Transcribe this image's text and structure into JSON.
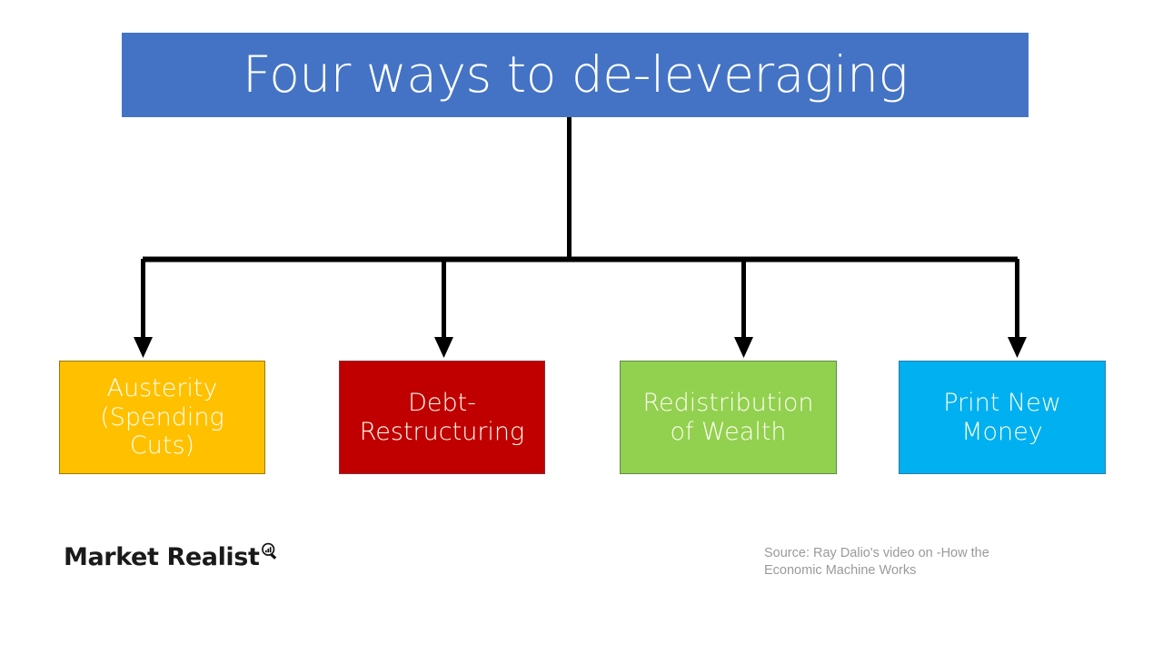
{
  "slide": {
    "title": "Four ways to de-leveraging",
    "background_color": "#FFFFFF"
  },
  "banner": {
    "label": "Four ways to de-leveraging",
    "fill_color": "#4473C5",
    "text_color": "#FFFFFF"
  },
  "diagram": {
    "type": "tree",
    "root_label": "Four ways to de-leveraging",
    "connector_color": "#000000",
    "nodes": [
      {
        "id": "austerity",
        "label": "Austerity (Spending Cuts)",
        "line1": "Austerity",
        "line2": "(Spending",
        "line3": "Cuts)",
        "fill_color": "#FFC000",
        "text_color": "#FFFFF0"
      },
      {
        "id": "debt-restructuring",
        "label": "Debt-Restructuring",
        "line1": "Debt-",
        "line2": "Restructuring",
        "line3": "",
        "fill_color": "#C00000",
        "text_color": "#FFFFF0"
      },
      {
        "id": "redistribution-of-wealth",
        "label": "Redistribution of Wealth",
        "line1": "Redistribution",
        "line2": "of Wealth",
        "line3": "",
        "fill_color": "#92D050",
        "text_color": "#FFFFF0"
      },
      {
        "id": "print-new-money",
        "label": "Print New Money",
        "line1": "Print New",
        "line2": "Money",
        "line3": "",
        "fill_color": "#00B0F0",
        "text_color": "#FFFFF0"
      }
    ]
  },
  "footer": {
    "brand_name": "Market Realist",
    "brand_icon": "magnifier-chart-icon",
    "source_line1": "Source: Ray Dalio's video on -How the",
    "source_line2": "Economic Machine Works",
    "source_text_color": "#9A9A9A"
  }
}
